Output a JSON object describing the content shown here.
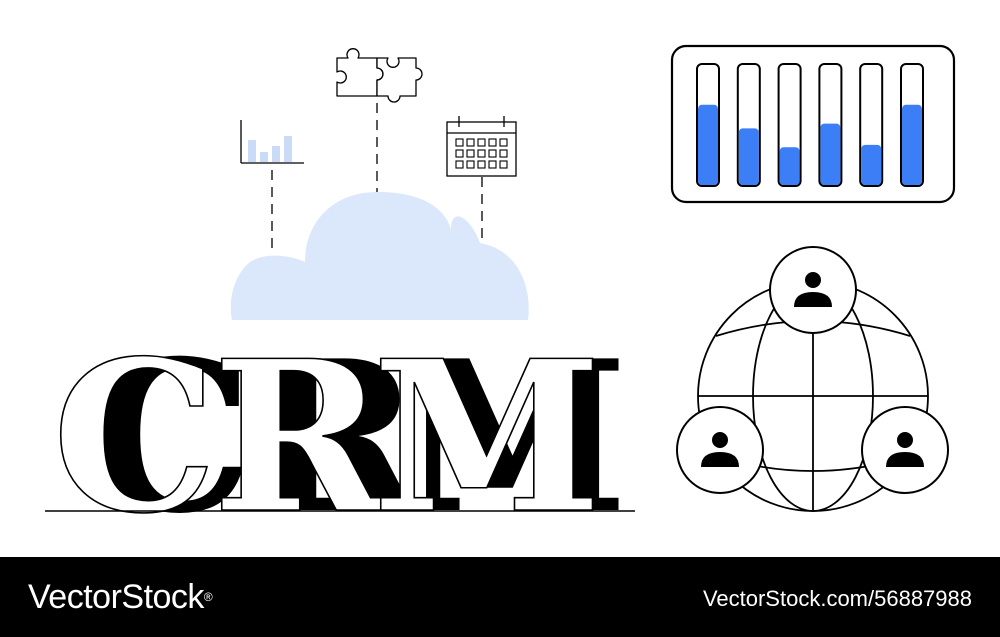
{
  "illustration": {
    "headline": "CRM",
    "letters": [
      "C",
      "R",
      "M"
    ],
    "colors": {
      "accent_blue": "#3b7ef5",
      "cloud_blue": "#dbe7fb",
      "chart_blue": "#cbdaf6",
      "ink": "#000000"
    },
    "icons": [
      "bar-chart-icon",
      "puzzle-icon",
      "calendar-icon",
      "cloud-icon",
      "slider-panel-icon",
      "globe-network-icon",
      "user-icon"
    ],
    "level_panel": {
      "levels": [
        0.68,
        0.48,
        0.32,
        0.52,
        0.34,
        0.68
      ]
    },
    "mini_chart": {
      "bars": [
        0.55,
        0.25,
        0.4,
        0.65
      ]
    }
  },
  "footer": {
    "brand": "VectorStock",
    "brand_mark": "®",
    "image_id": "VectorStock.com/56887988"
  }
}
